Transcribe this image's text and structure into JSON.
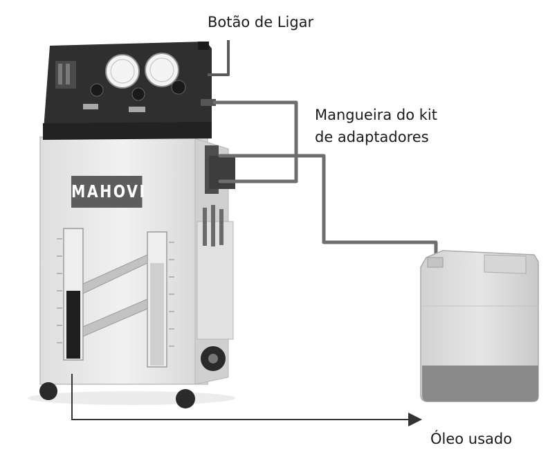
{
  "labels": {
    "power_button": "Botão de Ligar",
    "adapter_kit_hose_line1": "Mangueira do kit",
    "adapter_kit_hose_line2": "de adaptadores",
    "used_oil": "Óleo usado"
  },
  "machine": {
    "brand": "MAHOVI"
  },
  "colors": {
    "background": "#ffffff",
    "machine_top": "#2f2f2f",
    "machine_body": "#e9e9e9",
    "hose": "#6e6e6e",
    "jerrycan": "#dcdcdc",
    "used_oil": "#8a8a8a",
    "label_text": "#1a1a1a"
  }
}
